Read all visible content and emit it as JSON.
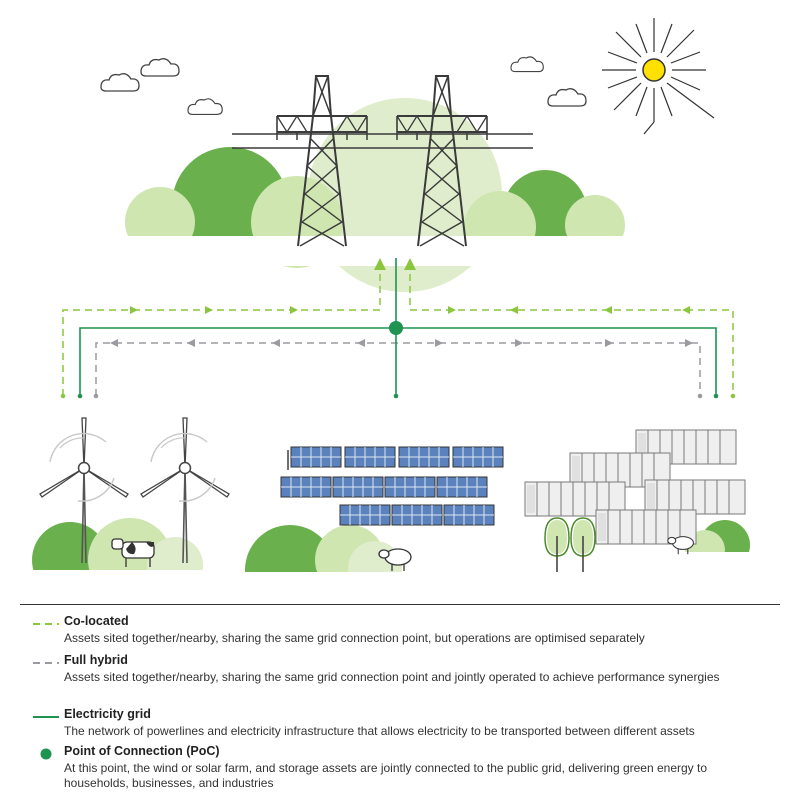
{
  "legend": {
    "colocated": {
      "title": "Co-located",
      "desc": "Assets sited together/nearby, sharing the same grid connection point, but operations are optimised separately",
      "color": "#8cc63f"
    },
    "hybrid": {
      "title": "Full hybrid",
      "desc": "Assets sited together/nearby, sharing the same grid connection point and jointly operated to achieve performance synergies",
      "color": "#9a9aa0"
    },
    "grid": {
      "title": "Electricity grid",
      "desc": "The network of powerlines and electricity infrastructure that allows electricity to be transported between different assets",
      "color": "#1e9450"
    },
    "poc": {
      "title": "Point of Connection (PoC)",
      "desc": "At this point, the wind or solar farm, and storage assets are jointly connected to the public grid, delivering green energy to households, businesses, and industries",
      "color": "#1e9450"
    }
  },
  "icons": [
    "sun-icon",
    "cloud-icon",
    "pylon-icon",
    "wind-turbine-icon",
    "solar-panel-icon",
    "battery-storage-icon",
    "tree-icon",
    "cow-icon",
    "sheep-icon"
  ]
}
